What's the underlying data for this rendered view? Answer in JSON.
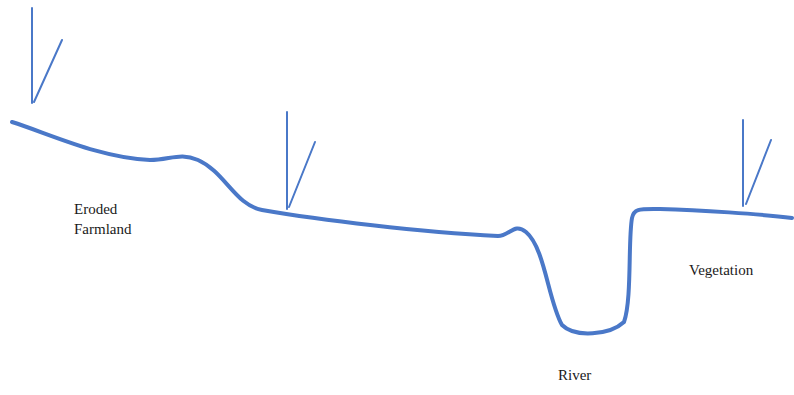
{
  "diagram": {
    "labels": [
      "Eroded Farmland",
      "River",
      "Vegetation"
    ]
  }
}
